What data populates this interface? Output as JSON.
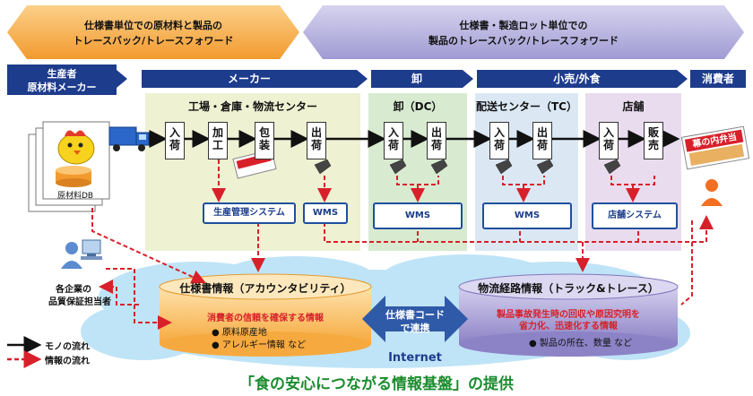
{
  "banner": {
    "left_line1": "仕様書単位での原材料と製品の",
    "left_line2": "トレースバック/トレースフォワード",
    "right_line1": "仕様書・製造ロット単位での",
    "right_line2": "製品のトレースバック/トレースフォワード"
  },
  "segments": {
    "producer_line1": "生産者",
    "producer_line2": "原材料メーカー",
    "maker": "メーカー",
    "wholesale": "卸",
    "retail": "小売/外食",
    "consumer": "消費者"
  },
  "zones": {
    "factory": "工場・倉庫・物流センター",
    "dc": "卸（DC）",
    "tc": "配送センター（TC）",
    "store": "店舗"
  },
  "steps": {
    "factory": [
      "入荷",
      "加工",
      "包装",
      "出荷"
    ],
    "dc": [
      "入荷",
      "出荷"
    ],
    "tc": [
      "入荷",
      "出荷"
    ],
    "store": [
      "入荷",
      "販売"
    ]
  },
  "systems": {
    "production": "生産管理システム",
    "wms_factory": "WMS",
    "wms_dc": "WMS",
    "wms_tc": "WMS",
    "store_system": "店舗システム"
  },
  "db_label": "原材料DB",
  "qa_line1": "各企業の",
  "qa_line2": "品質保証担当者",
  "package_label": "幕の内弁当",
  "left_db": {
    "title": "仕様書情報（アカウンタビリティ）",
    "subtitle": "消費者の信頼を確保する情報",
    "bullet1": "● 原料原産地",
    "bullet2": "● アレルギー情報 など"
  },
  "right_db": {
    "title": "物流経路情報（トラック&トレース）",
    "subtitle_line1": "製品事故発生時の回収や原因究明を",
    "subtitle_line2": "省力化、迅速化する情報",
    "bullet1": "● 製品の所在、数量 など"
  },
  "link": {
    "line1": "仕様書コード",
    "line2": "で連携"
  },
  "internet_label": "Internet",
  "legend": {
    "goods_flow": "モノの流れ",
    "info_flow": "情報の流れ"
  },
  "footer": "「食の安心につながる情報基盤」の提供",
  "colors": {
    "banner_left": "#f5a53a",
    "banner_right": "#a8a3d6",
    "segment": "#1e3c8c",
    "zone_factory": "#eef1d2",
    "zone_dc": "#d8ebd0",
    "zone_tc": "#dbe8f4",
    "zone_store": "#eadcef",
    "cloud": "#bfe4f7",
    "left_db": "#f9b347",
    "right_db": "#9a8fce",
    "info_flow": "#d8202a",
    "footer_text": "#1a8c2e"
  }
}
